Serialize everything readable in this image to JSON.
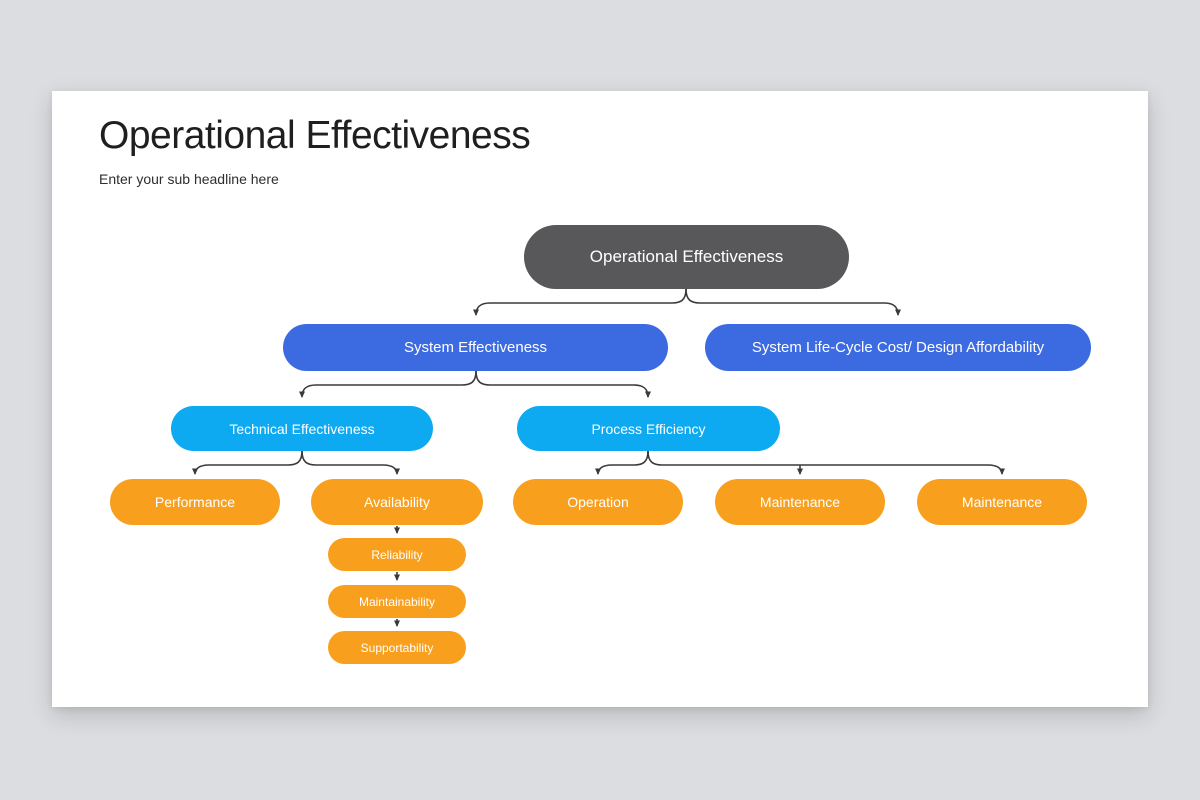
{
  "slide": {
    "title": "Operational Effectiveness",
    "subtitle": "Enter your sub headline here"
  },
  "colors": {
    "background": "#dcdde0",
    "card": "#ffffff",
    "root_node": "#58585a",
    "level2_node": "#3b6ae1",
    "level3_node": "#0da9f1",
    "level4_node": "#f8a01e",
    "connector": "#3a3a3a",
    "node_text": "#ffffff",
    "title_text": "#1f1f1f",
    "subtitle_text": "#2e2e2e"
  },
  "diagram": {
    "nodes": {
      "root": {
        "label": "Operational Effectiveness"
      },
      "system_effectiveness": {
        "label": "System Effectiveness"
      },
      "system_life_cycle": {
        "label": "System Life-Cycle Cost/ Design Affordability"
      },
      "technical_effectiveness": {
        "label": "Technical Effectiveness"
      },
      "process_efficiency": {
        "label": "Process Efficiency"
      },
      "performance": {
        "label": "Performance"
      },
      "availability": {
        "label": "Availability"
      },
      "operation": {
        "label": "Operation"
      },
      "maintenance_1": {
        "label": "Maintenance"
      },
      "maintenance_2": {
        "label": "Maintenance"
      },
      "reliability": {
        "label": "Reliability"
      },
      "maintainability": {
        "label": "Maintainability"
      },
      "supportability": {
        "label": "Supportability"
      }
    }
  }
}
